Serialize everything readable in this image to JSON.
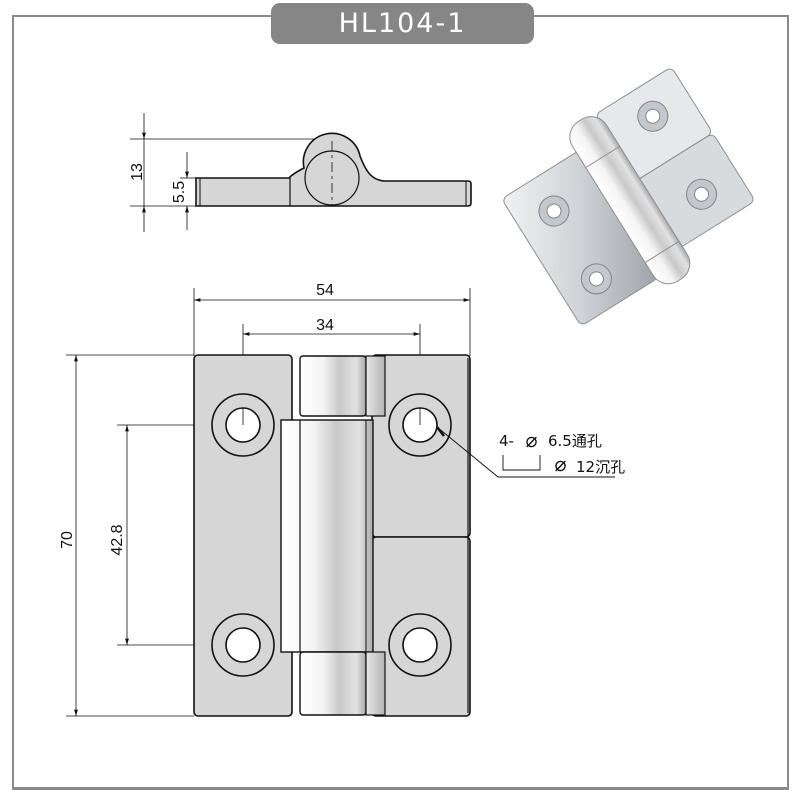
{
  "title": "HL104-1",
  "side_view": {
    "dim_total_height": "13",
    "dim_leaf_thickness": "5.5"
  },
  "front_view": {
    "dim_overall_width": "54",
    "dim_hole_spacing_x": "34",
    "dim_overall_height": "70",
    "dim_hole_spacing_y": "42.8"
  },
  "hole_note": {
    "count_prefix": "4-",
    "through_hole_symbol": "⌀",
    "through_hole": "6.5通孔",
    "counterbore_symbol": "⌀",
    "counterbore": "12沉孔"
  },
  "product_photo": {
    "alt": "stainless steel hinge"
  },
  "colors": {
    "frame": "#8a8a8a",
    "title_bg": "#868686",
    "part_fill": "#d6d6d6",
    "line": "#111111"
  }
}
